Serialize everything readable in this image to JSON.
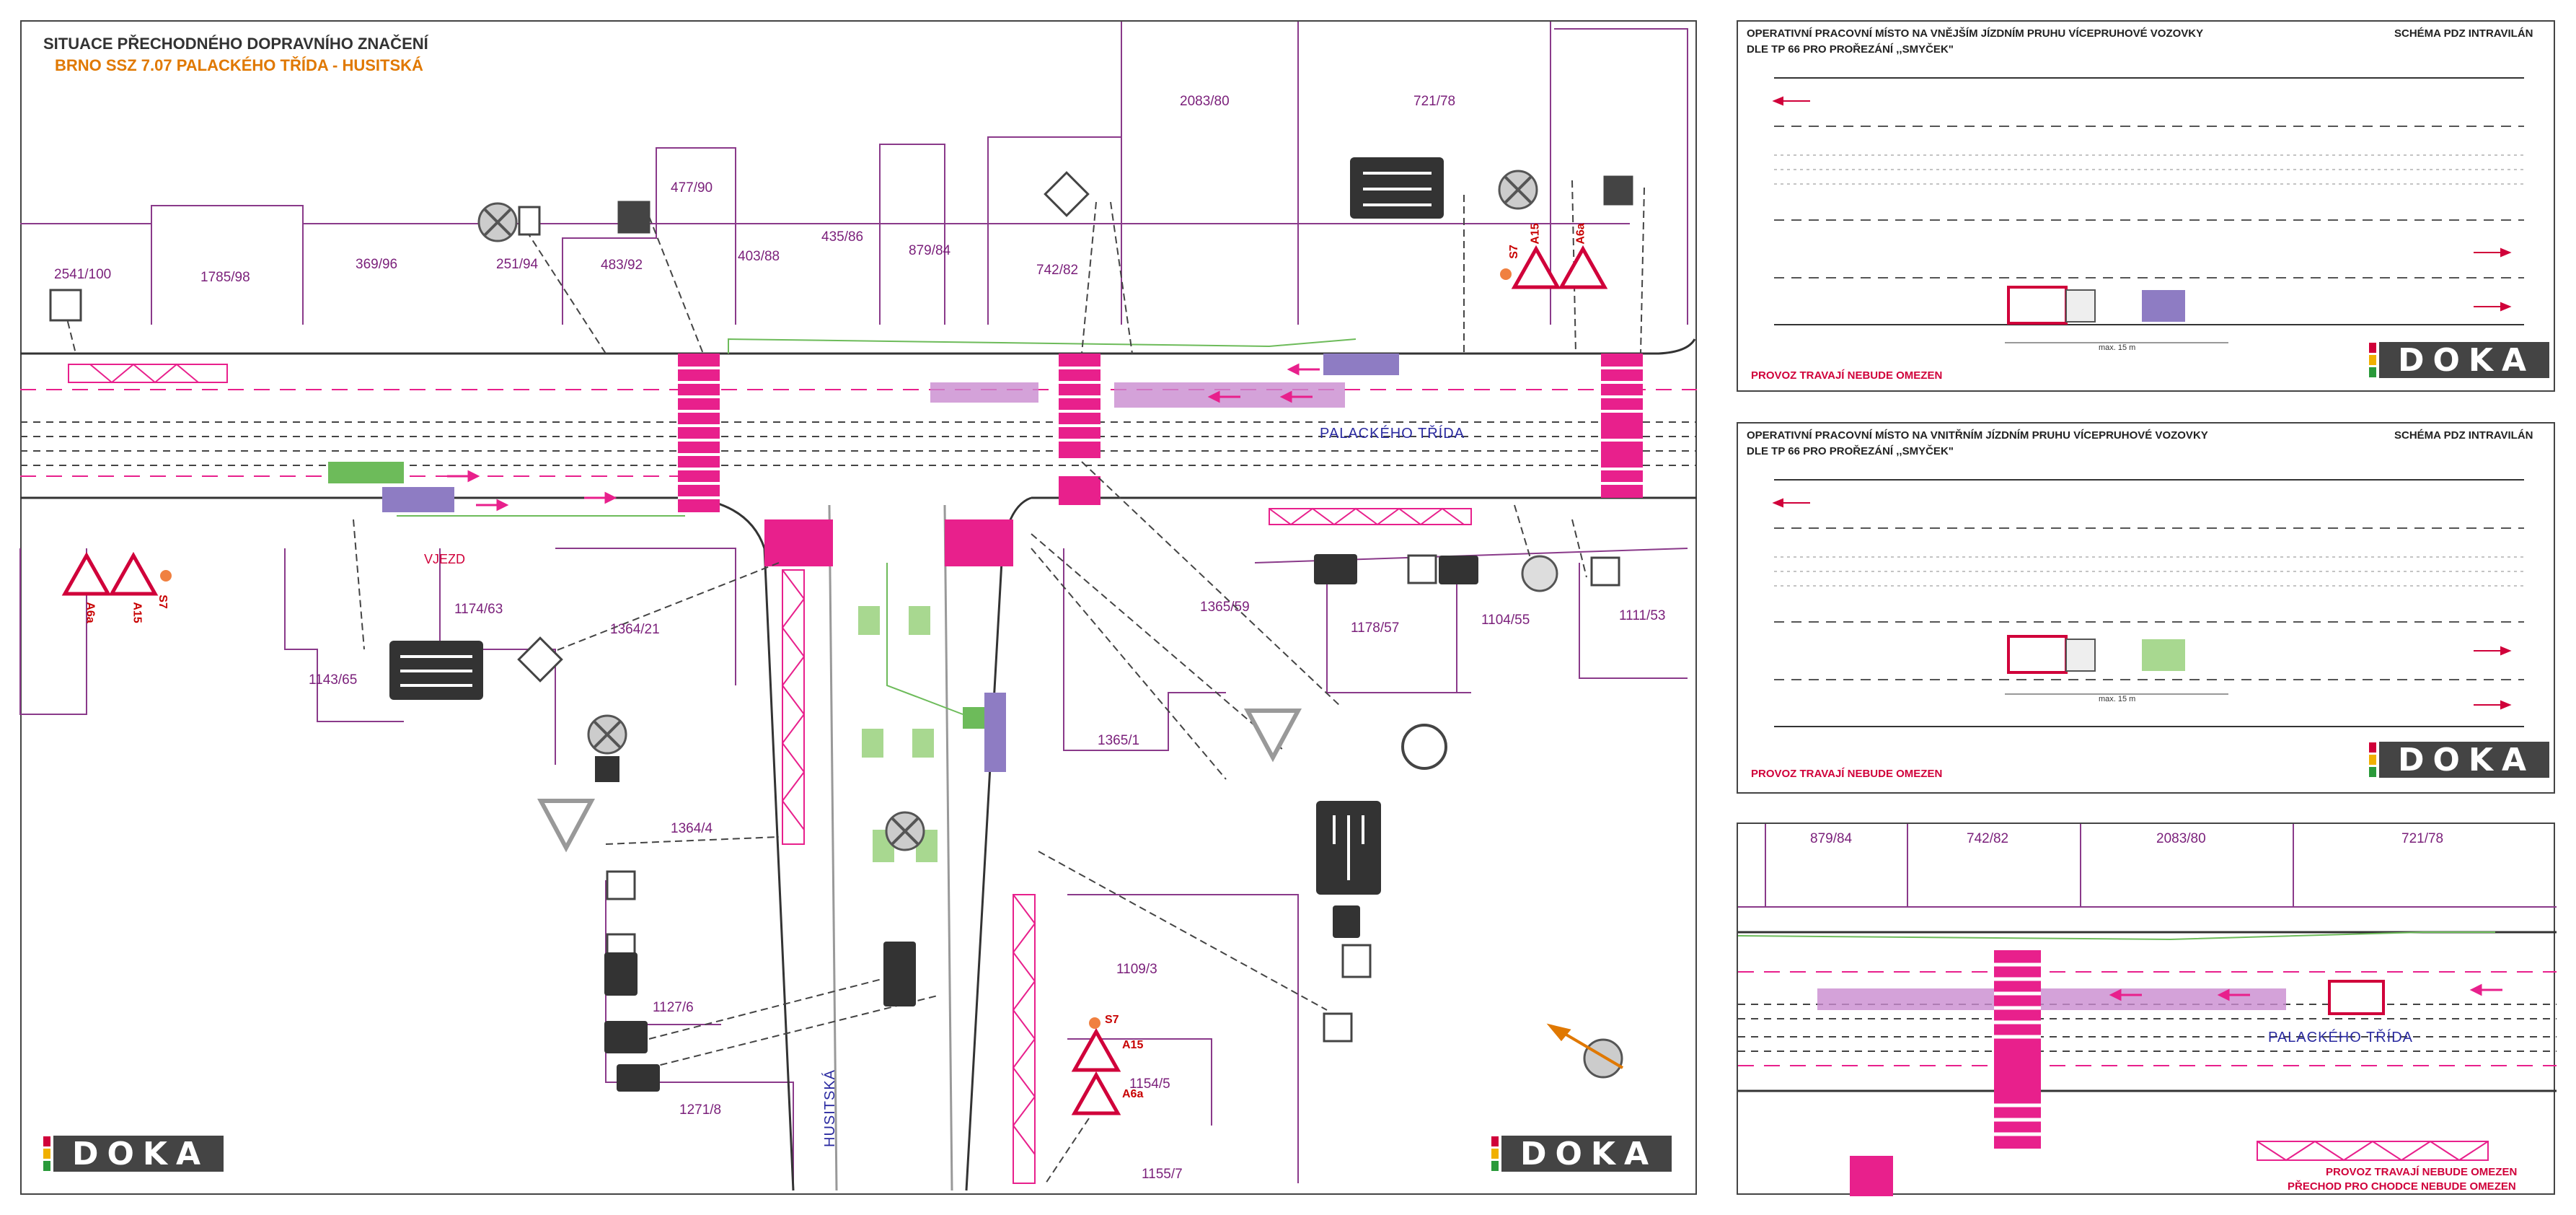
{
  "main": {
    "title": "SITUACE PŘECHODNÉHO DOPRAVNÍHO ZNAČENÍ",
    "subtitle": "BRNO SSZ 7.07 PALACKÉHO TŘÍDA - HUSITSKÁ",
    "street_main": "PALACKÉHO TŘÍDA",
    "street_side": "HUSITSKÁ",
    "entry_label": "VJEZD",
    "parcels": [
      "2083/80",
      "721/78",
      "477/90",
      "2541/100",
      "1785/98",
      "369/96",
      "251/94",
      "483/92",
      "403/88",
      "435/86",
      "879/84",
      "742/82",
      "1174/63",
      "1364/21",
      "1143/65",
      "1365/59",
      "1178/57",
      "1104/55",
      "1111/53",
      "1365/1",
      "1364/4",
      "1109/3",
      "1127/6",
      "1154/5",
      "1271/8",
      "1155/7"
    ],
    "sign_codes": [
      "S7",
      "A15",
      "A6a",
      "A6a",
      "A15",
      "S7",
      "S7",
      "A15",
      "A6a"
    ],
    "logo": "DOKA"
  },
  "schemes": [
    {
      "title_line1": "OPERATIVNÍ PRACOVNÍ MÍSTO NA VNĚJŠÍM JÍZDNÍM PRUHU VÍCEPRUHOVÉ VOZOVKY",
      "title_line2": "DLE TP 66 PRO PROŘEZÁNÍ ,,SMYČEK\"",
      "tag": "SCHÉMA PDZ INTRAVILÁN",
      "note": "PROVOZ TRAVAJÍ NEBUDE OMEZEN",
      "measure": "max. 15 m",
      "logo": "DOKA"
    },
    {
      "title_line1": "OPERATIVNÍ PRACOVNÍ MÍSTO NA VNITŘNÍM JÍZDNÍM PRUHU VÍCEPRUHOVÉ VOZOVKY",
      "title_line2": "DLE TP 66 PRO PROŘEZÁNÍ ,,SMYČEK\"",
      "tag": "SCHÉMA PDZ INTRAVILÁN",
      "note": "PROVOZ TRAVAJÍ NEBUDE OMEZEN",
      "measure": "max. 15 m",
      "logo": "DOKA"
    }
  ],
  "detail": {
    "parcels": [
      "879/84",
      "742/82",
      "2083/80",
      "721/78"
    ],
    "street": "PALACKÉHO TŘÍDA",
    "note1": "PROVOZ TRAVAJÍ NEBUDE OMEZEN",
    "note2": "PŘECHOD PRO CHODCE NEBUDE OMEZEN"
  },
  "colors": {
    "pink": "#e8208c",
    "purple": "#8a3a8a",
    "lilac": "#c98bd0",
    "violet": "#8e7cc3",
    "green": "#6dbb5a",
    "red": "#d0003a",
    "orange": "#e07800",
    "dark": "#333333"
  }
}
